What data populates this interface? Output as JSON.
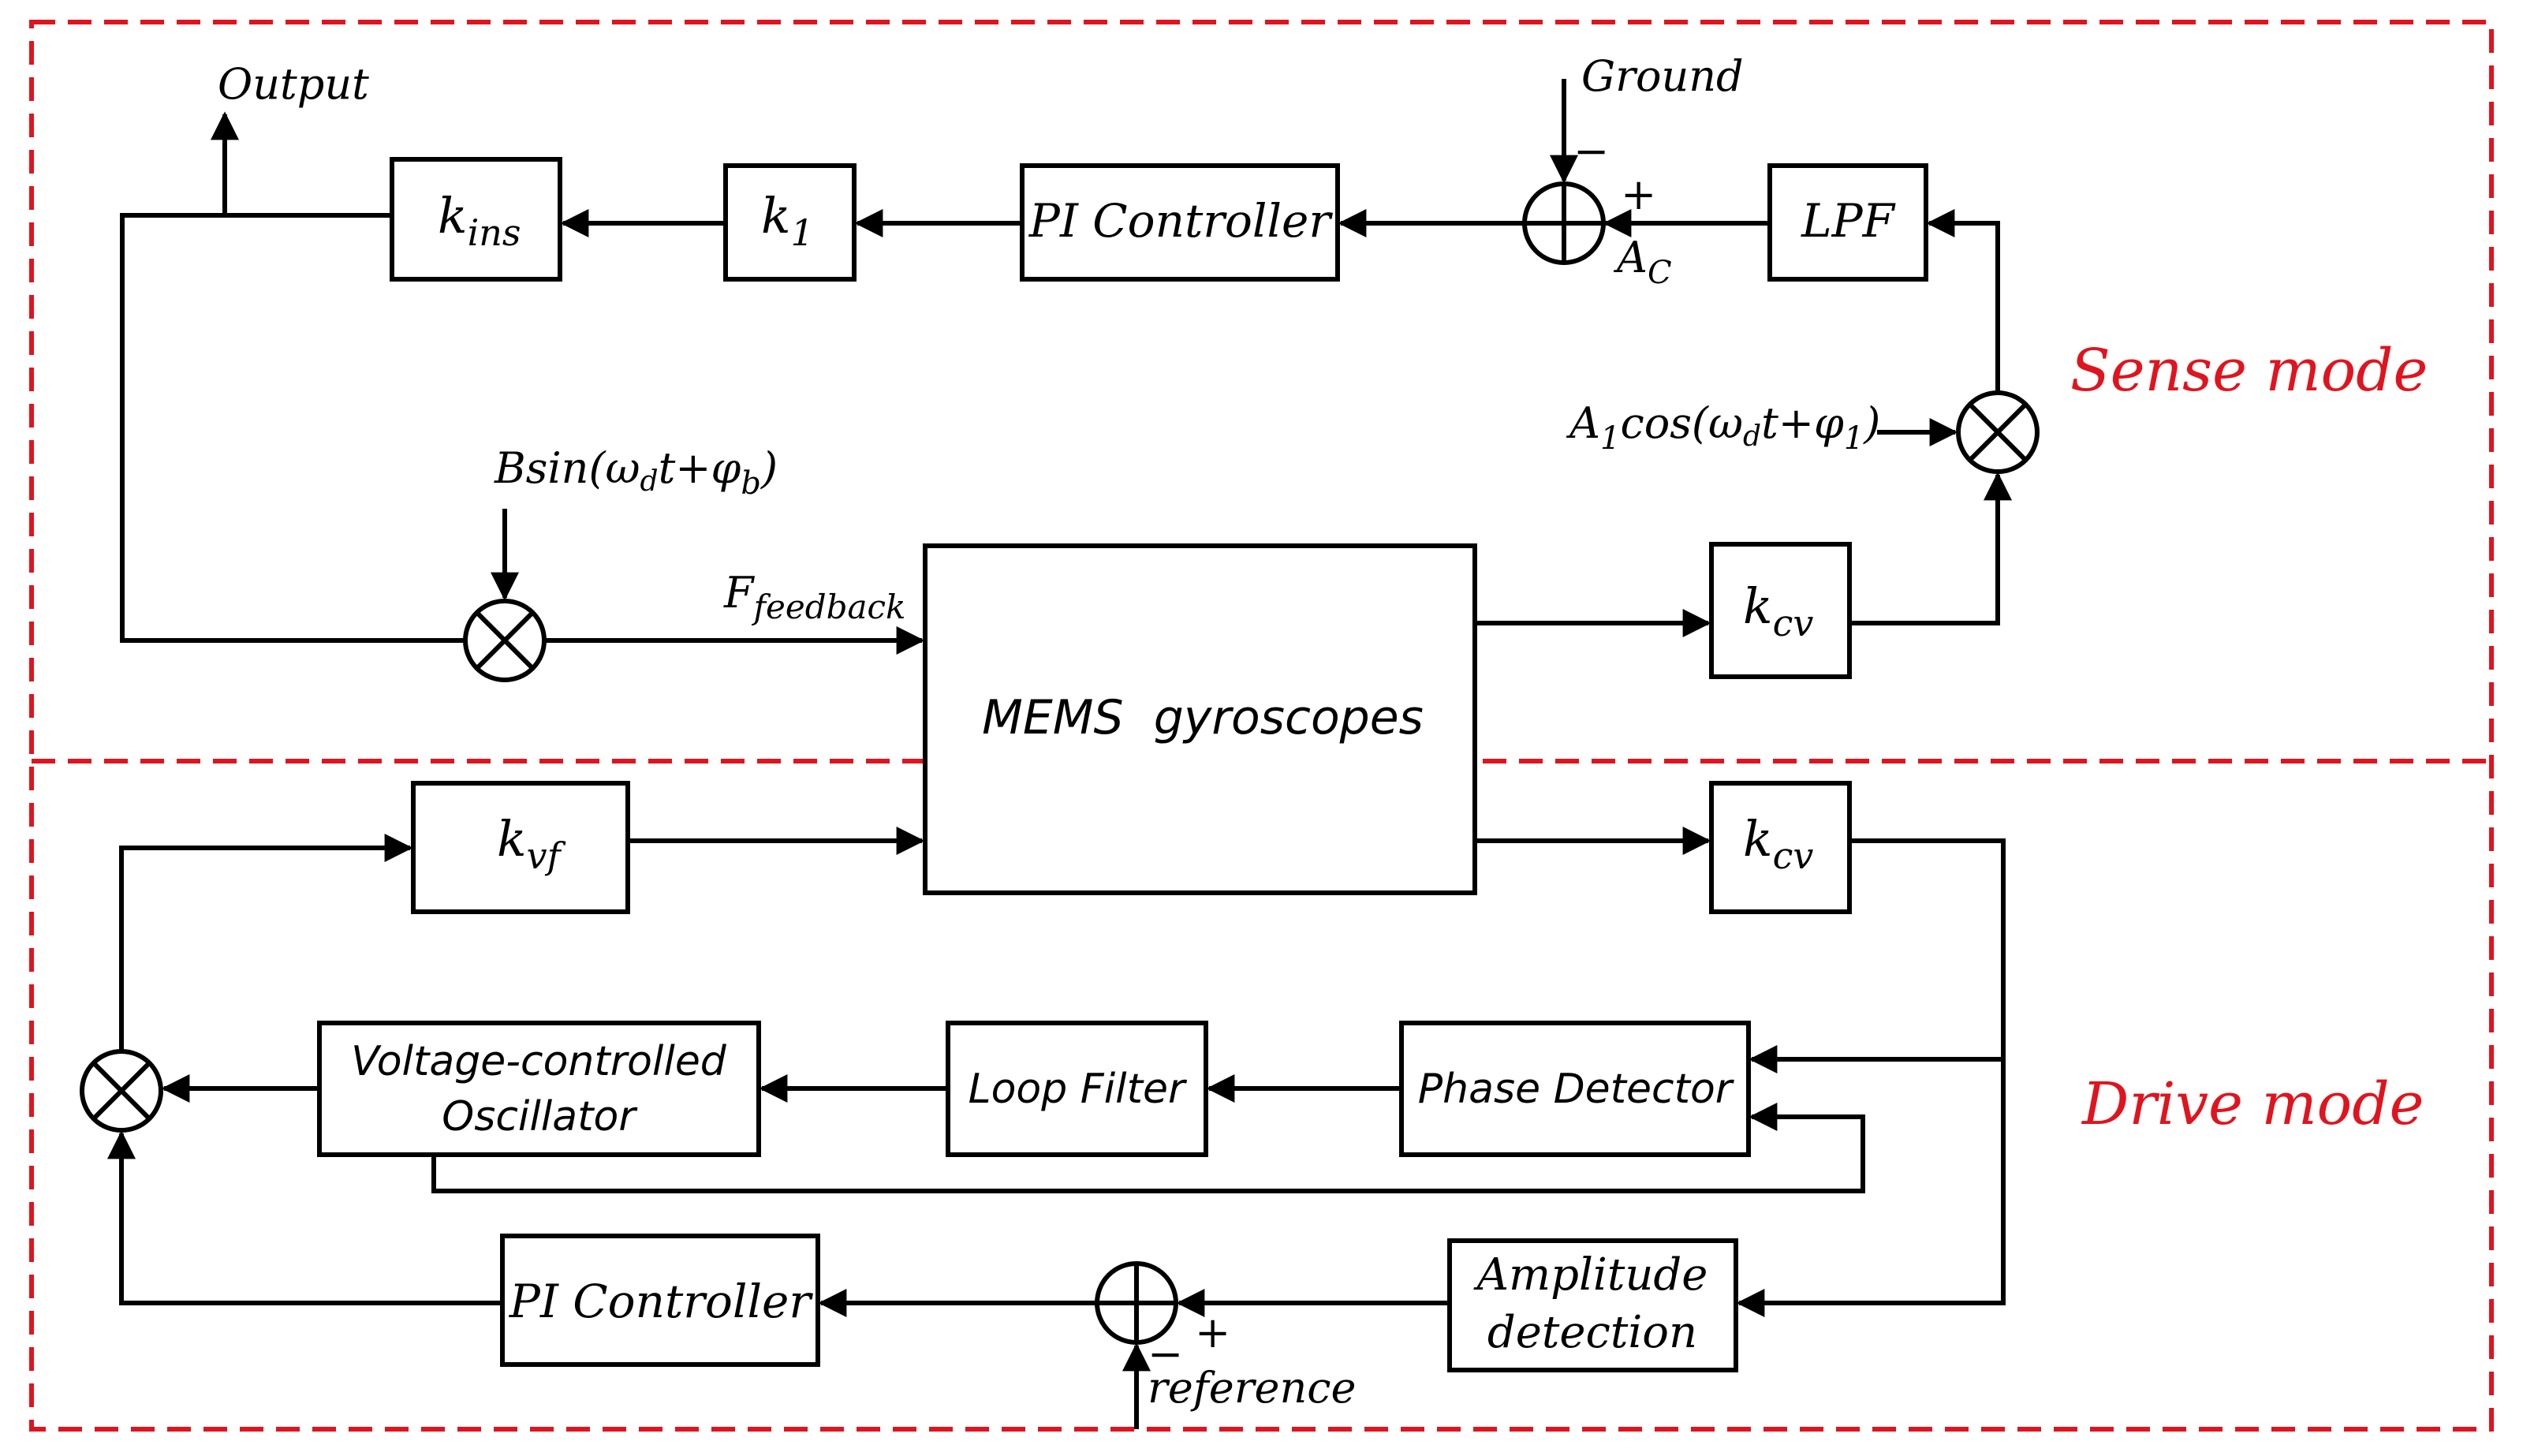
{
  "modes": {
    "sense": "Sense mode",
    "drive": "Drive mode"
  },
  "sense": {
    "output": "Output",
    "ground": "Ground",
    "ground_minus": "−",
    "sum_plus": "+",
    "ac_main": "A",
    "ac_sub": "C",
    "k_ins_main": "k",
    "k_ins_sub": "ins",
    "k1_main": "k",
    "k1_sub": "1",
    "pi_controller": "PI Controller",
    "lpf": "LPF",
    "bsin_text": "Bsin(ω",
    "bsin_sub_d": "d",
    "bsin_text2": "t+φ",
    "bsin_sub_b": "b",
    "bsin_close": ")",
    "a1_main": "A",
    "a1_sub": "1",
    "a1_text": "cos(ω",
    "a1_sub_d": "d",
    "a1_text2": "t+φ",
    "a1_sub_1": "1",
    "a1_close": ")",
    "ffb_main": "F",
    "ffb_sub": "feedback",
    "kcv_main": "k",
    "kcv_sub": "cv"
  },
  "center": {
    "mems": "MEMS  gyroscopes"
  },
  "drive": {
    "kvf_main": "k",
    "kvf_sub": "vf",
    "kcv_main": "k",
    "kcv_sub": "cv",
    "vco_line1": "Voltage-controlled",
    "vco_line2": "Oscillator",
    "loop_filter": "Loop Filter",
    "phase_detector": "Phase Detector",
    "pi_controller": "PI Controller",
    "amp_line1": "Amplitude",
    "amp_line2": "detection",
    "reference": "reference",
    "sum_minus": "−",
    "sum_plus": "+"
  },
  "colors": {
    "border": "#e0141e",
    "line": "#000000"
  }
}
